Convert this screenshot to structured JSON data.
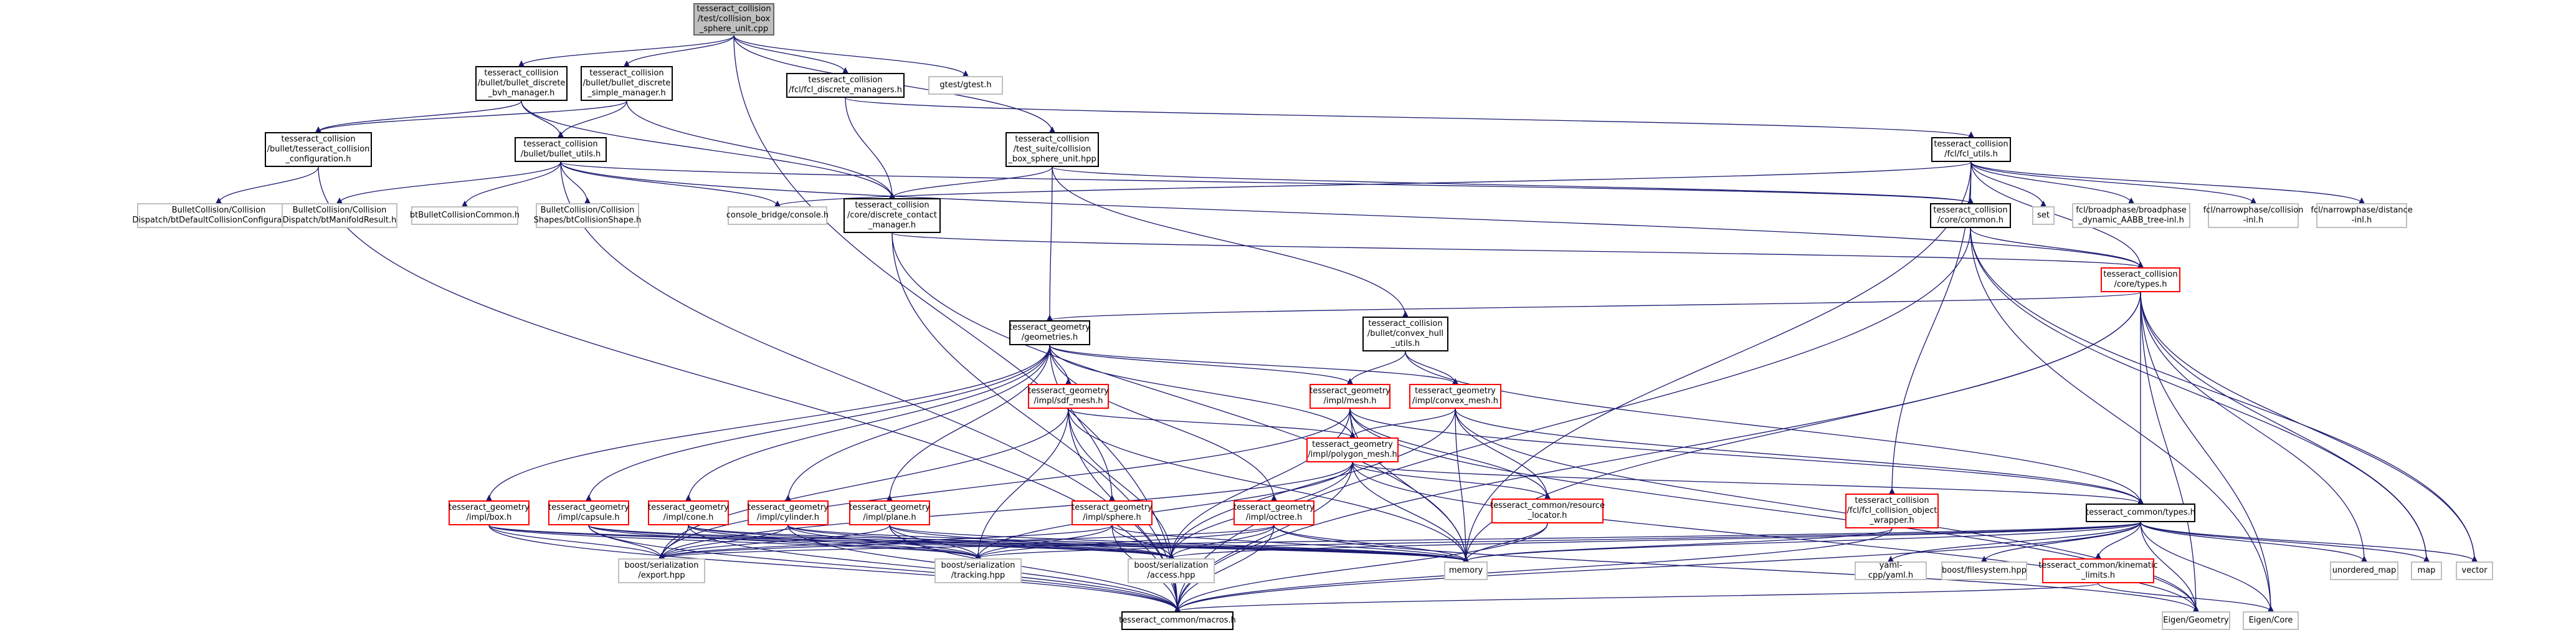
{
  "colors": {
    "edge": "#191970",
    "root_fill": "#bfbfbf",
    "documented_border": "#000000",
    "external_border": "#bfbfbf",
    "truncated_border": "#ff0000"
  },
  "nodes": {
    "root": "tesseract_collision\n/test/collision_box\n_sphere_unit.cpp",
    "bvh": "tesseract_collision\n/bullet/bullet_discrete\n_bvh_manager.h",
    "simple": "tesseract_collision\n/bullet/bullet_discrete\n_simple_manager.h",
    "fcl_mgr": "tesseract_collision\n/fcl/fcl_discrete_managers.h",
    "gtest": "gtest/gtest.h",
    "test_suite": "tesseract_collision\n/test_suite/collision\n_box_sphere_unit.hpp",
    "config": "tesseract_collision\n/bullet/tesseract_collision\n_configuration.h",
    "bullet_utils": "tesseract_collision\n/bullet/bullet_utils.h",
    "fcl_utils": "tesseract_collision\n/fcl/fcl_utils.h",
    "disp_default": "BulletCollision/Collision\nDispatch/btDefaultCollisionConfiguration.h",
    "disp_manifold": "BulletCollision/Collision\nDispatch/btManifoldResult.h",
    "btcommon": "btBulletCollisionCommon.h",
    "btshape": "BulletCollision/Collision\nShapes/btCollisionShape.h",
    "console": "console_bridge/console.h",
    "discrete": "tesseract_collision\n/core/discrete_contact\n_manager.h",
    "core_common": "tesseract_collision\n/core/common.h",
    "set": "set",
    "broadphase": "fcl/broadphase/broadphase\n_dynamic_AABB_tree-inl.h",
    "narrow_coll": "fcl/narrowphase/collision\n-inl.h",
    "narrow_dist": "fcl/narrowphase/distance\n-inl.h",
    "types": "tesseract_collision\n/core/types.h",
    "geometries": "tesseract_geometry\n/geometries.h",
    "convex_hull": "tesseract_collision\n/bullet/convex_hull\n_utils.h",
    "sdf_mesh": "tesseract_geometry\n/impl/sdf_mesh.h",
    "mesh": "tesseract_geometry\n/impl/mesh.h",
    "convex_mesh": "tesseract_geometry\n/impl/convex_mesh.h",
    "polygon_mesh": "tesseract_geometry\n/impl/polygon_mesh.h",
    "resource_locator": "tesseract_common/resource\n_locator.h",
    "box": "tesseract_geometry\n/impl/box.h",
    "capsule": "tesseract_geometry\n/impl/capsule.h",
    "cone": "tesseract_geometry\n/impl/cone.h",
    "cylinder": "tesseract_geometry\n/impl/cylinder.h",
    "plane": "tesseract_geometry\n/impl/plane.h",
    "sphere": "tesseract_geometry\n/impl/sphere.h",
    "octree": "tesseract_geometry\n/impl/octree.h",
    "fcl_obj": "tesseract_collision\n/fcl/fcl_collision_object\n_wrapper.h",
    "common_types": "tesseract_common/types.h",
    "export": "boost/serialization\n/export.hpp",
    "tracking": "boost/serialization\n/tracking.hpp",
    "access": "boost/serialization\n/access.hpp",
    "memory": "memory",
    "yaml": "yaml-cpp/yaml.h",
    "filesystem": "boost/filesystem.hpp",
    "kinematic": "tesseract_common/kinematic\n_limits.h",
    "unordered_map": "unordered_map",
    "map": "map",
    "vector": "vector",
    "macros": "tesseract_common/macros.h",
    "eigen_geometry": "Eigen/Geometry",
    "eigen_core": "Eigen/Core"
  }
}
